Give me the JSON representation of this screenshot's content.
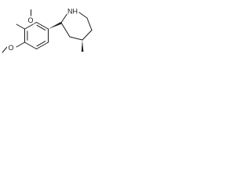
{
  "molecule": {
    "atom_labels": {
      "methoxy_top_oxygen": "O",
      "methoxy_bottom_oxygen": "O",
      "ring_nitrogen": "NH"
    }
  },
  "colors": {
    "ink": "#1a1a1a",
    "background": "#ffffff"
  }
}
